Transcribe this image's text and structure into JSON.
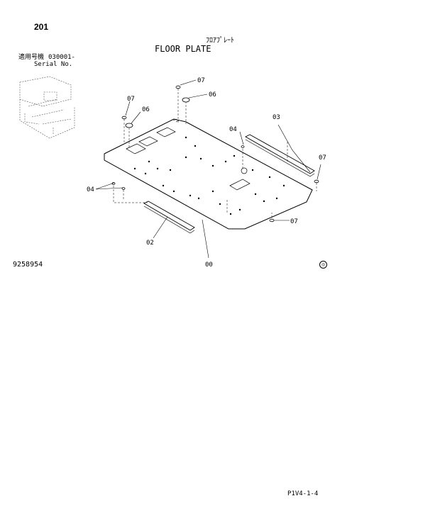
{
  "header": {
    "page_number": "201",
    "title_jp": "ﾌﾛｱﾌﾟﾚｰﾄ",
    "title_en": "FLOOR PLATE",
    "serial_label_jp": "適用号機",
    "serial_value": "030001-",
    "serial_label_en": "Serial No."
  },
  "footer": {
    "drawing_number": "9258954",
    "page_code": "P1V4-1-4",
    "mark": "◎"
  },
  "callouts": {
    "c00": "00",
    "c02": "02",
    "c03": "03",
    "c04a": "04",
    "c04b": "04",
    "c06a": "06",
    "c06b": "06",
    "c07a": "07",
    "c07b": "07",
    "c07c": "07",
    "c07d": "07"
  }
}
